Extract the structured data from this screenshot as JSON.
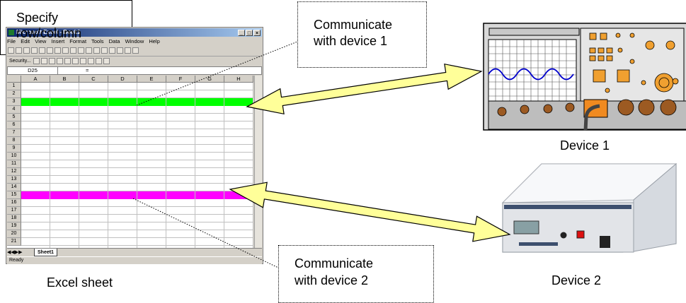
{
  "excel": {
    "title": "Microsoft Excel - Book1",
    "window_buttons": [
      "_",
      "□",
      "×"
    ],
    "menu": [
      "File",
      "Edit",
      "View",
      "Insert",
      "Format",
      "Tools",
      "Data",
      "Window",
      "Help"
    ],
    "toolbar_security": "Security...",
    "name_box": "D25",
    "formula_eq": "=",
    "columns": [
      "A",
      "B",
      "C",
      "D",
      "E",
      "F",
      "G",
      "H"
    ],
    "rows": [
      "1",
      "2",
      "3",
      "4",
      "5",
      "6",
      "7",
      "8",
      "9",
      "10",
      "11",
      "12",
      "13",
      "14",
      "15",
      "16",
      "17",
      "18",
      "19",
      "20",
      "21"
    ],
    "highlight_rows": [
      {
        "row": "3",
        "color": "#00ff00"
      },
      {
        "row": "15",
        "color": "#ff00ff"
      }
    ],
    "sheet_tab": "Sheet1",
    "status": "Ready"
  },
  "labels": {
    "specify": "Specify\nrow/column",
    "excel_sheet": "Excel sheet",
    "comm1_line1": "Communicate",
    "comm1_line2": "with device 1",
    "comm2_line1": "Communicate",
    "comm2_line2": "with device 2",
    "device1": "Device 1",
    "device2": "Device 2"
  },
  "colors": {
    "arrow_fill": "#ffff99",
    "row3_highlight": "#00ff00",
    "row15_highlight": "#ff00ff",
    "excel_title": "#0a246a"
  }
}
